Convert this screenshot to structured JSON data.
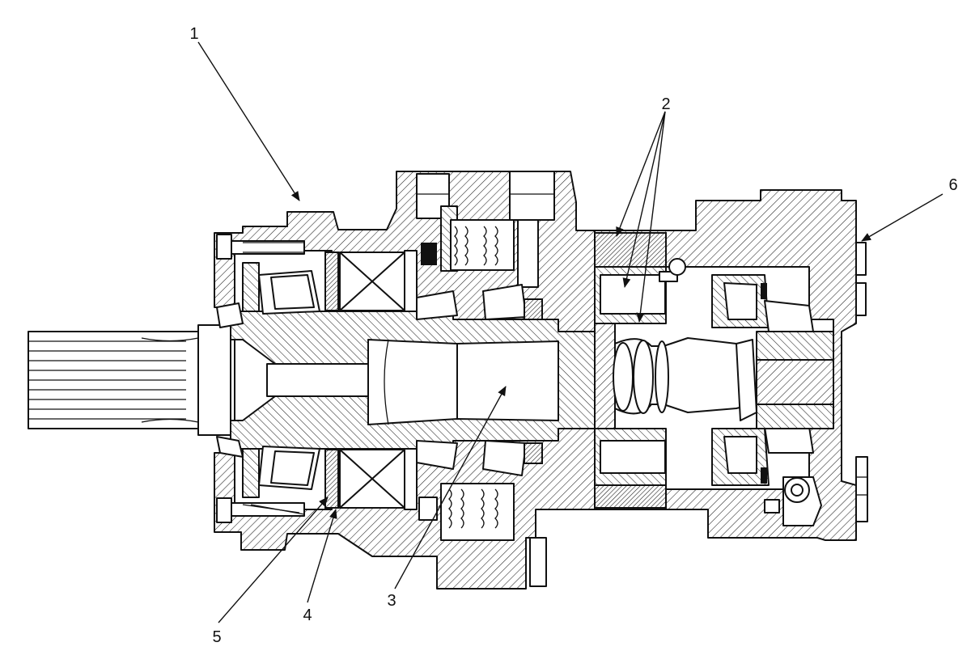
{
  "diagram": {
    "callouts": [
      {
        "id": "c1",
        "text": "1"
      },
      {
        "id": "c2",
        "text": "2"
      },
      {
        "id": "c3",
        "text": "3"
      },
      {
        "id": "c4",
        "text": "4"
      },
      {
        "id": "c5",
        "text": "5"
      },
      {
        "id": "c6",
        "text": "6"
      }
    ]
  }
}
